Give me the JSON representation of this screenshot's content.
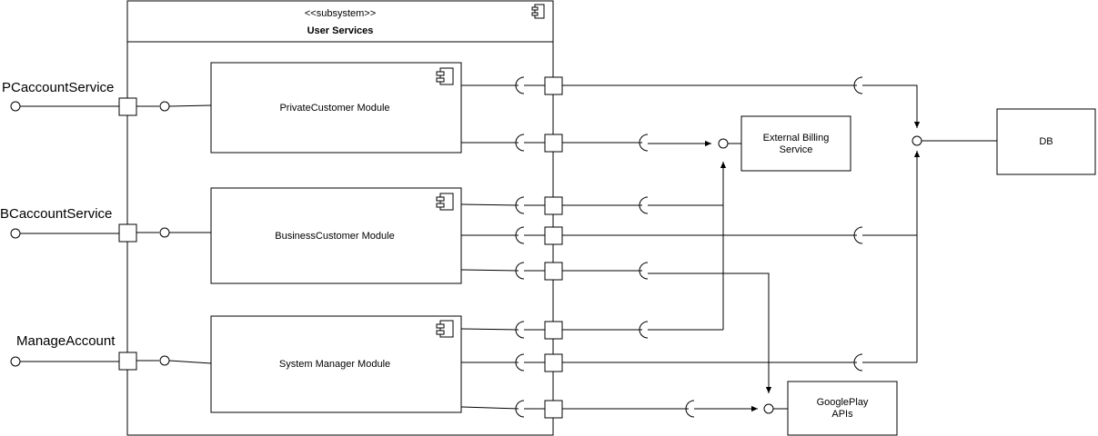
{
  "subsystem": {
    "stereotype": "<<subsystem>>",
    "name": "User Services",
    "icon": "component-icon"
  },
  "external_ports": {
    "pc": "PCaccountService",
    "bc": "BCaccountService",
    "manage": "ManageAccount"
  },
  "modules": {
    "private": "PrivateCustomer Module",
    "business": "BusinessCustomer Module",
    "system": "System Manager Module"
  },
  "external_components": {
    "billing_line1": "External Billing",
    "billing_line2": "Service",
    "db": "DB",
    "google_line1": "GooglePlay",
    "google_line2": "APIs"
  }
}
